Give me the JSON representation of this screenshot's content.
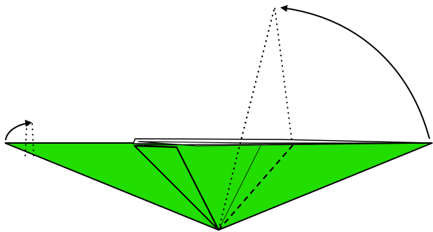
{
  "diagram": {
    "kind": "origami-fold-step",
    "paper_color": "#22dd00",
    "line_color": "#000000",
    "background": "#ffffff",
    "fold_types": [
      "valley-fold",
      "mountain-fold",
      "crease"
    ],
    "arrows": [
      "small-fold-arrow-left",
      "large-fold-arrow-right"
    ]
  }
}
